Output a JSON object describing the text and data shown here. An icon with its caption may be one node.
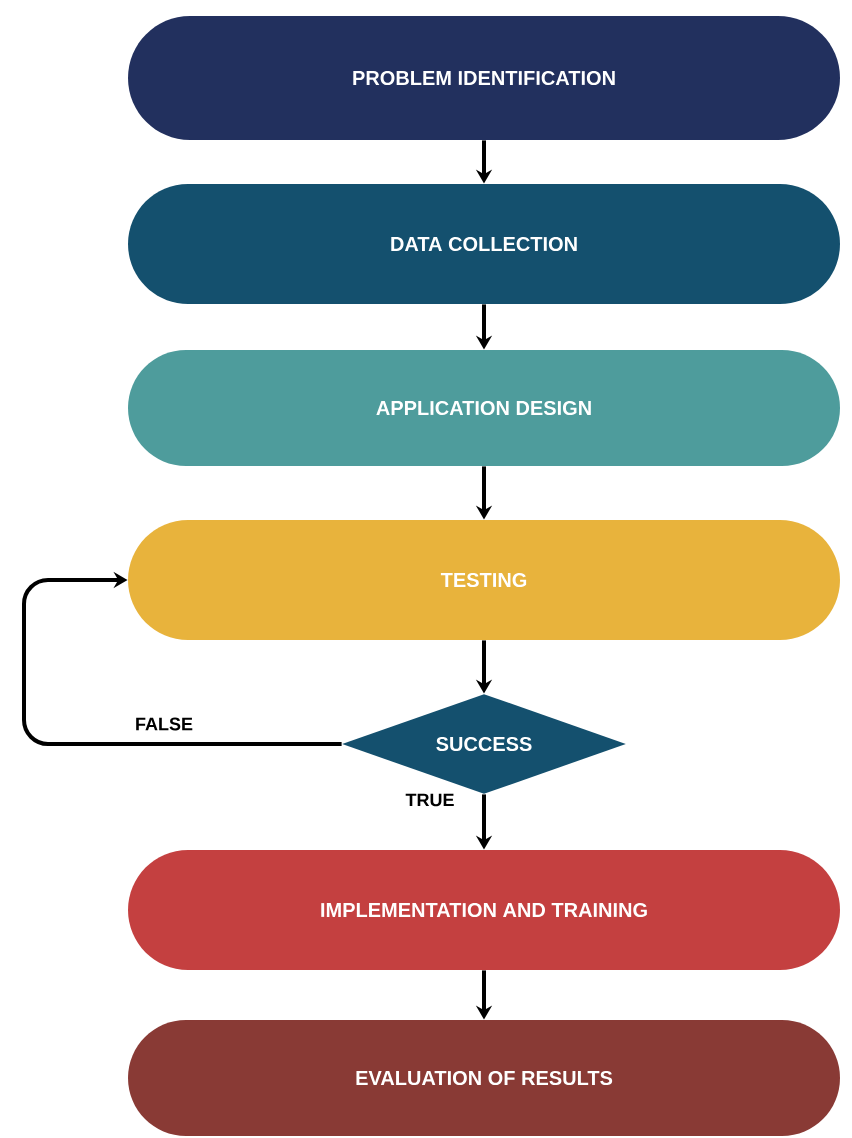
{
  "diagram": {
    "nodes": [
      {
        "text": [
          "PROBLEM IDENTIFICATION"
        ]
      },
      {
        "text": [
          "DATA COLLECTION"
        ]
      },
      {
        "text": [
          "APPLICATION DESIGN"
        ]
      },
      {
        "text": [
          "TESTING"
        ]
      },
      {
        "text": [
          "SUCCESS"
        ]
      },
      {
        "text": [
          "IMPLEMENTATION AND TRAINING"
        ]
      },
      {
        "text": [
          "EVALUATION OF RESULTS"
        ]
      }
    ],
    "edges": [
      {
        "from": 0,
        "to": 1,
        "arrow": "to"
      },
      {
        "from": 1,
        "to": 2,
        "arrow": "to"
      },
      {
        "from": 2,
        "to": 3,
        "arrow": "to"
      },
      {
        "from": 3,
        "to": 4,
        "arrow": "to"
      },
      {
        "from": 4,
        "to": 5,
        "arrow": "to",
        "label": "TRUE"
      },
      {
        "from": 4,
        "to": 3,
        "arrow": "to",
        "label": "FALSE"
      },
      {
        "from": 5,
        "to": 6,
        "arrow": "to"
      }
    ]
  }
}
